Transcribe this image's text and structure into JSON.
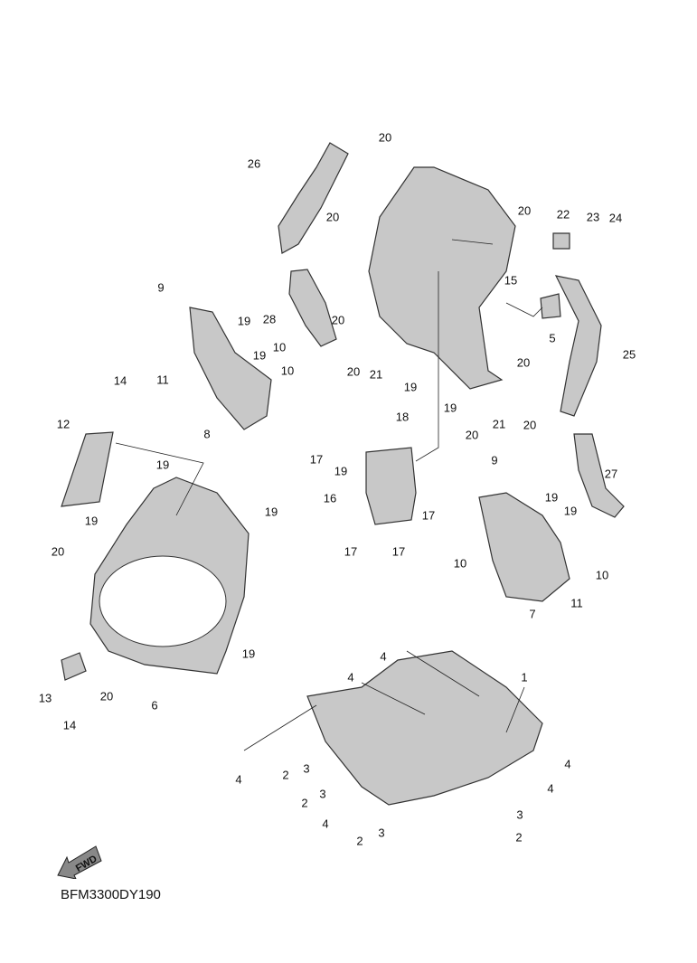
{
  "diagram_code": "BFM3300DY190",
  "fwd_logo_text": "FWD",
  "colors": {
    "part_fill": "#c8c8c8",
    "part_stroke": "#333333",
    "leader": "#222222"
  },
  "callouts": [
    "20",
    "26",
    "20",
    "20",
    "22",
    "23",
    "24",
    "15",
    "9",
    "28",
    "20",
    "19",
    "19",
    "10",
    "10",
    "11",
    "5",
    "25",
    "20",
    "21",
    "20",
    "19",
    "14",
    "19",
    "21",
    "20",
    "20",
    "8",
    "12",
    "18",
    "17",
    "19",
    "9",
    "16",
    "17",
    "27",
    "19",
    "19",
    "19",
    "19",
    "19",
    "20",
    "17",
    "17",
    "10",
    "10",
    "11",
    "7",
    "19",
    "4",
    "4",
    "1",
    "13",
    "20",
    "6",
    "14",
    "4",
    "4",
    "2",
    "3",
    "3",
    "2",
    "4",
    "4",
    "3",
    "2",
    "3",
    "2"
  ]
}
